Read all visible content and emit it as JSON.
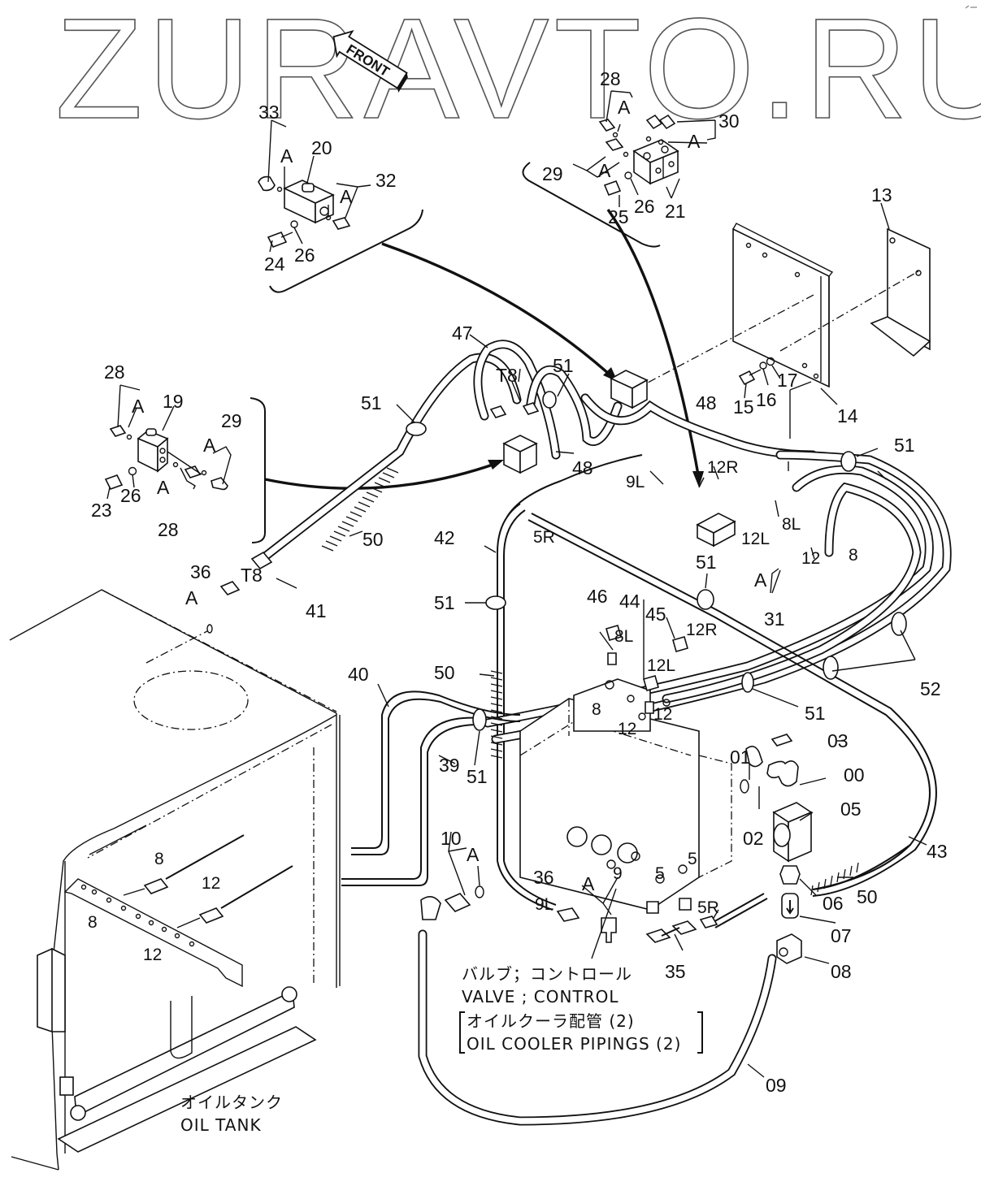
{
  "watermark": "ZURAVTO.RU",
  "front_arrow": "FRONT",
  "detail_views": {
    "valve_20": {
      "block": "20",
      "elbow": "33",
      "connector": "32",
      "bolt": "24",
      "washer": "26",
      "oring_a1": "A",
      "oring_a2": "A"
    },
    "valve_21": {
      "block": "21",
      "fitting_28": "28",
      "fitting_29": "29",
      "fittings_30": "30",
      "bolt": "25",
      "washer": "26",
      "oring_a1": "A",
      "oring_a2": "A",
      "oring_a3": "A"
    },
    "valve_19": {
      "block": "19",
      "fitting_28_top": "28",
      "fitting_28_bottom": "28",
      "elbow": "29",
      "bolt": "23",
      "washer": "26",
      "oring_a1": "A",
      "oring_a2": "A",
      "oring_a3": "A"
    }
  },
  "bracket": {
    "plate_13": "13",
    "plate_14": "14",
    "bolt": "15",
    "washer_16": "16",
    "washer_17": "17"
  },
  "callouts": {
    "p47": "47",
    "p51_a": "51",
    "p51_b": "51",
    "p51_c": "51",
    "p51_d": "51",
    "p51_e": "51",
    "p51_f": "51",
    "p51_g": "51",
    "t8_a": "T8",
    "t8_b": "T8",
    "p48_a": "48",
    "p48_b": "48",
    "p50_a": "50",
    "p50_b": "50",
    "p50_c": "50",
    "p42": "42",
    "p41": "41",
    "p40": "40",
    "p39": "39",
    "p36_a": "36",
    "p36_b": "36",
    "r5": "5R",
    "r5_b": "5R",
    "l9": "9L",
    "l9_b": "9L",
    "r12": "12R",
    "r12_b": "12R",
    "l8": "8L",
    "l8_b": "8L",
    "l12": "12L",
    "l12_b": "12L",
    "p12": "12",
    "p8": "8",
    "a_31": "A",
    "p31": "31",
    "p46": "46",
    "p44": "44",
    "p45": "45",
    "p52": "52",
    "v8": "8",
    "v12a": "12",
    "v12b": "12",
    "p03": "03",
    "p01": "01",
    "p00": "00",
    "p02": "02",
    "p05": "05",
    "p06": "06",
    "p07": "07",
    "p08": "08",
    "p09": "09",
    "p43": "43",
    "p10": "10",
    "a_10": "A",
    "a_36": "A",
    "v9": "9",
    "v5a": "5",
    "v5b": "5",
    "p35": "35",
    "a_36tank": "A",
    "tank_8": "8",
    "tank_12": "12",
    "tank_8b": "8",
    "tank_12b": "12"
  },
  "captions": {
    "valve_jp": "バルブ；コントロール",
    "valve_en": "VALVE ; CONTROL",
    "piping_jp": "オイルクーラ配管 (2)",
    "piping_en": "OIL COOLER PIPINGS (2)",
    "tank_jp": "オイルタンク",
    "tank_en": "OIL TANK"
  }
}
